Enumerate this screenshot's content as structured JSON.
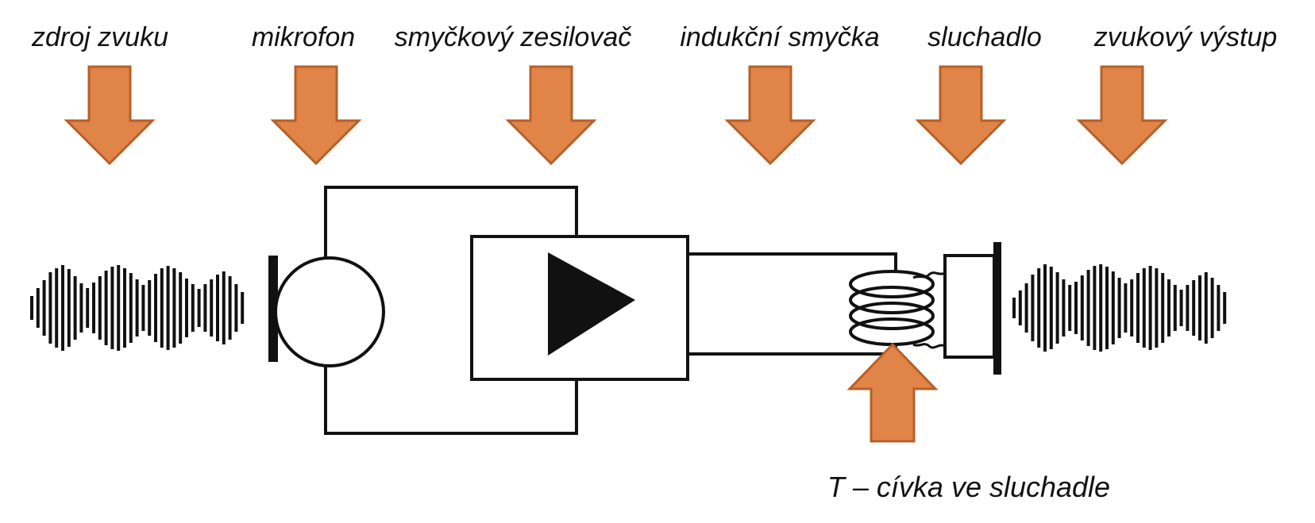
{
  "labels": {
    "sound_source": "zdroj zvuku",
    "microphone": "mikrofon",
    "loop_amplifier": "smyčkový zesilovač",
    "induction_loop": "indukční smyčka",
    "hearing_aid": "sluchadlo",
    "sound_output": "zvukový výstup",
    "t_coil": "T – cívka ve sluchadle"
  },
  "colors": {
    "arrow_fill": "#E08447",
    "arrow_stroke": "#B5602A",
    "line": "#111111"
  },
  "icons": {
    "input_wave": "sound-wave-icon",
    "microphone": "microphone-icon",
    "amplifier": "amplifier-triangle-icon",
    "coil": "coil-icon",
    "earpiece": "earpiece-icon",
    "output_wave": "sound-wave-icon"
  }
}
